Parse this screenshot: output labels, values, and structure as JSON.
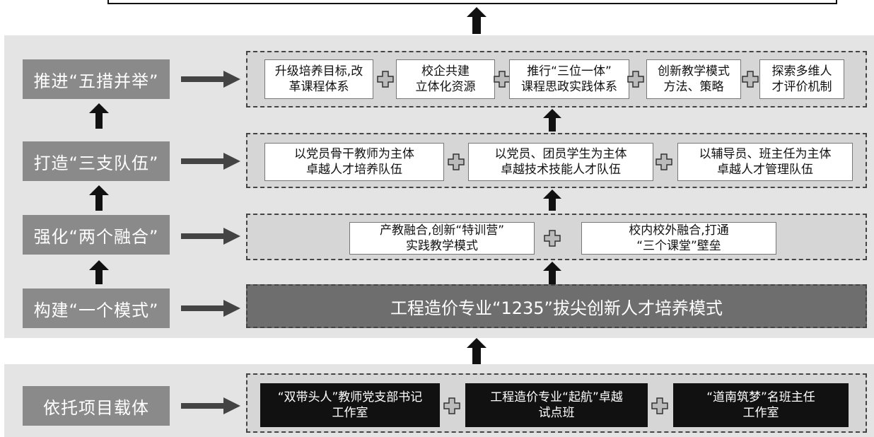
{
  "rows": {
    "wucuo": {
      "label": "推进“五措并举”",
      "items": [
        {
          "line1": "升级培养目标,改",
          "line2": "革课程体系"
        },
        {
          "line1": "校企共建",
          "line2": "立体化资源"
        },
        {
          "line1": "推行“三位一体”",
          "line2": "课程思政实践体系"
        },
        {
          "line1": "创新教学模式",
          "line2": "方法、策略"
        },
        {
          "line1": "探索多维人",
          "line2": "才评价机制"
        }
      ]
    },
    "sanzhi": {
      "label": "打造“三支队伍”",
      "items": [
        {
          "line1": "以党员骨干教师为主体",
          "line2": "卓越人才培养队伍"
        },
        {
          "line1": "以党员、团员学生为主体",
          "line2": "卓越技术技能人才队伍"
        },
        {
          "line1": "以辅导员、班主任为主体",
          "line2": "卓越人才管理队伍"
        }
      ]
    },
    "lianggerh": {
      "label": "强化“两个融合”",
      "items": [
        {
          "line1": "产教融合,创新“特训营”",
          "line2": "实践教学模式"
        },
        {
          "line1": "校内校外融合,打通",
          "line2": "“三个课堂”壁垒"
        }
      ]
    },
    "yigems": {
      "label": "构建“一个模式”",
      "main": "工程造价专业“1235”拔尖创新人才培养模式"
    },
    "zaiti": {
      "label": "依托项目载体",
      "items": [
        {
          "line1": "“双带头人”教师党支部书记",
          "line2": "工作室"
        },
        {
          "line1": "工程造价专业“起航”卓越",
          "line2": "试点班"
        },
        {
          "line1": "“道南筑梦”名班主任",
          "line2": "工作室"
        }
      ]
    }
  },
  "colors": {
    "panel": "#e4e4e4",
    "label": "#8a8a8a",
    "group": "#d6d6d6",
    "mainBar": "#6e6e6e",
    "arrow": "#111111"
  }
}
